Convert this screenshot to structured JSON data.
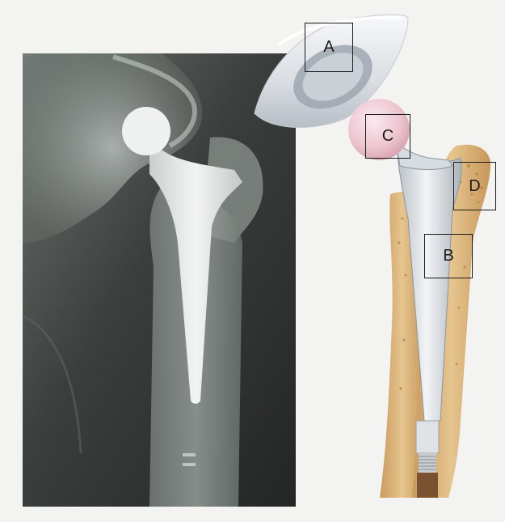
{
  "labels": {
    "a": "A",
    "b": "B",
    "c": "C",
    "d": "D"
  },
  "colors": {
    "page_background": "#f3f3f1",
    "xray_dark": "#2e3130",
    "implant_metal": "#d9dddd",
    "bone_tan": "#d9b27a",
    "head_pink": "#ecc4d0",
    "label_border": "#1a1a1a"
  },
  "panels": {
    "left": "x-ray-of-hip-replacement",
    "right": "cutaway-illustration-of-hip-implant-in-femur"
  }
}
